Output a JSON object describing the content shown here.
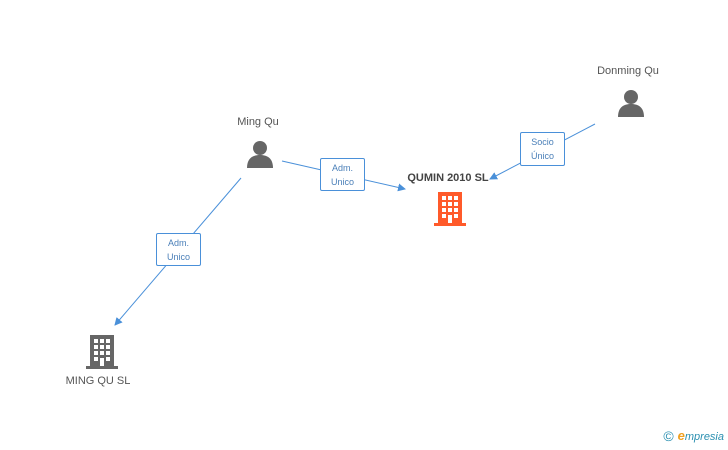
{
  "nodes": {
    "ming_qu": {
      "label": "Ming Qu",
      "icon": "person-icon"
    },
    "donming_qu": {
      "label": "Donming Qu",
      "icon": "person-icon"
    },
    "qumin_2010_sl": {
      "label": "QUMIN 2010 SL",
      "icon": "building-icon",
      "color": "#ff5a2a"
    },
    "ming_qu_sl": {
      "label": "MING QU SL",
      "icon": "building-icon",
      "color": "#666666"
    }
  },
  "edges": {
    "ming_to_qumin": {
      "line1": "Adm.",
      "line2": "Unico"
    },
    "ming_to_mingqusl": {
      "line1": "Adm.",
      "line2": "Unico"
    },
    "donming_to_qumin": {
      "line1": "Socio",
      "line2": "Único"
    }
  },
  "colors": {
    "edge": "#4a90d9",
    "person": "#666666"
  },
  "watermark": {
    "copyright": "©",
    "brand_first": "e",
    "brand_rest": "mpresia"
  }
}
